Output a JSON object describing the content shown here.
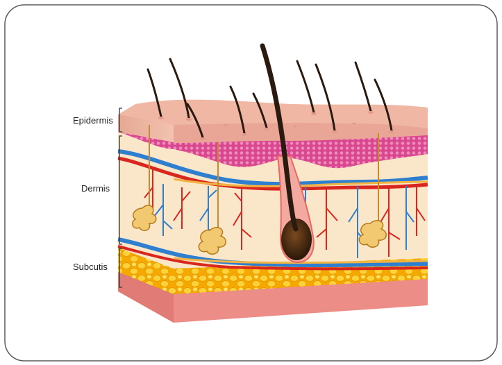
{
  "labels": {
    "epidermis": "Epidermis",
    "dermis": "Dermis",
    "subcutis": "Subcutis"
  },
  "colors": {
    "epidermis": "#f0b7a4",
    "pink_layer": "#e0669f",
    "dermis": "#fae6c8",
    "artery": "#d9271f",
    "vein": "#2f7fd1",
    "nerve": "#f1b341",
    "fat": "#f7c21a",
    "base": "#ec8d88",
    "hair": "#2b1a10",
    "follicle": "#3a2410"
  }
}
